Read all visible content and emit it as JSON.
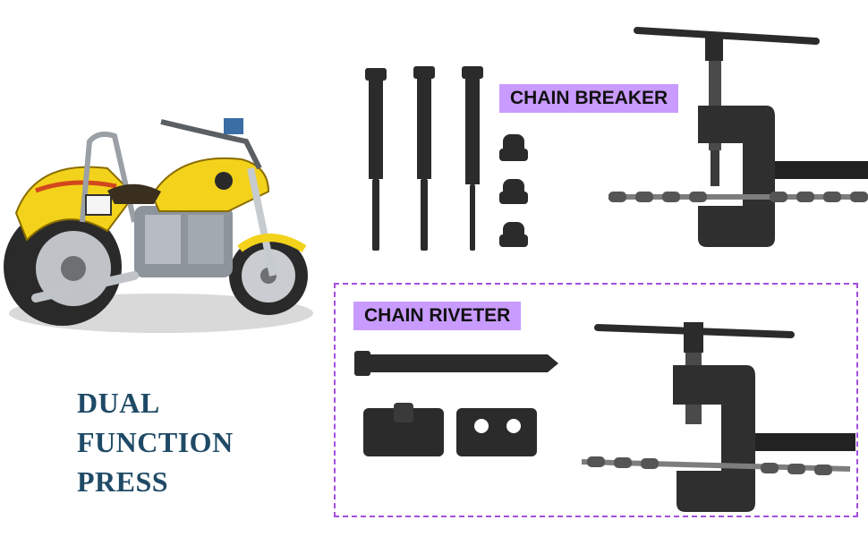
{
  "promo": {
    "headline": [
      "DUAL",
      "FUNCTION",
      "PRESS"
    ],
    "chain_breaker_label": "CHAIN BREAKER",
    "chain_riveter_label": "CHAIN RIVETER"
  },
  "colors": {
    "headline": "#1f4a66",
    "label_bg": "#c99bff",
    "dashed_border": "#a24fe0",
    "tool_metal": "#2b2b2b",
    "motorcycle_yellow": "#f3d21b"
  }
}
